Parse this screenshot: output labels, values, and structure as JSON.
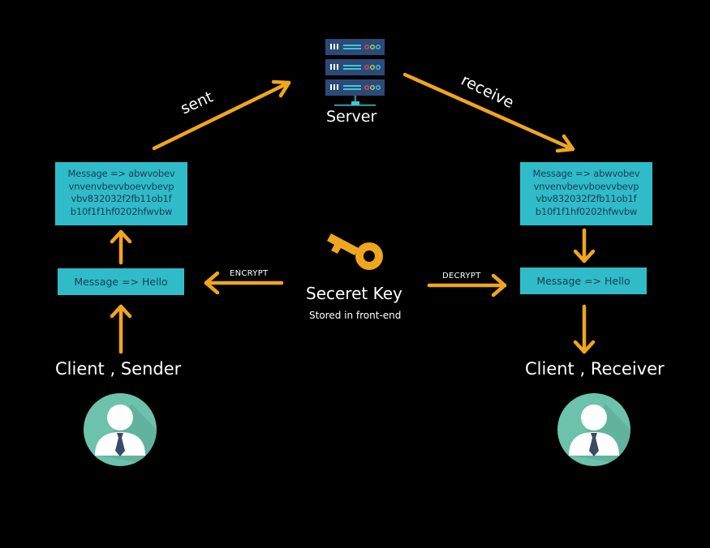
{
  "colors": {
    "background": "#000000",
    "arrow": "#f0a51f",
    "box_fill": "#2fbcc8",
    "box_text": "#1b3a57",
    "label_text": "#ffffff",
    "server_rack": "#2c4a78",
    "server_accent": "#3ec7d8",
    "avatar_circle": "#6cc2ab",
    "tie": "#3b4a66",
    "key": "#f0a51f"
  },
  "server": {
    "label": "Server",
    "icon": "server-icon"
  },
  "edges": {
    "sent": "sent",
    "receive": "receive",
    "encrypt": "ENCRYPT",
    "decrypt": "DECRYPT"
  },
  "key": {
    "title": "Seceret Key",
    "subtitle": "Stored in front-end",
    "icon": "key-icon"
  },
  "sender": {
    "label": "Client , Sender",
    "cipher_lines": [
      "Message => abwvobev",
      "vnvenvbevvboevvbevp",
      "vbv832032f2fb11ob1f",
      "b10f1f1hf0202hfwvbw"
    ],
    "plain": "Message => Hello",
    "icon": "user-avatar-icon"
  },
  "receiver": {
    "label": "Client , Receiver",
    "cipher_lines": [
      "Message => abwvobev",
      "vnvenvbevvboevvbevp",
      "vbv832032f2fb11ob1f",
      "b10f1f1hf0202hfwvbw"
    ],
    "plain": "Message => Hello",
    "icon": "user-avatar-icon"
  }
}
